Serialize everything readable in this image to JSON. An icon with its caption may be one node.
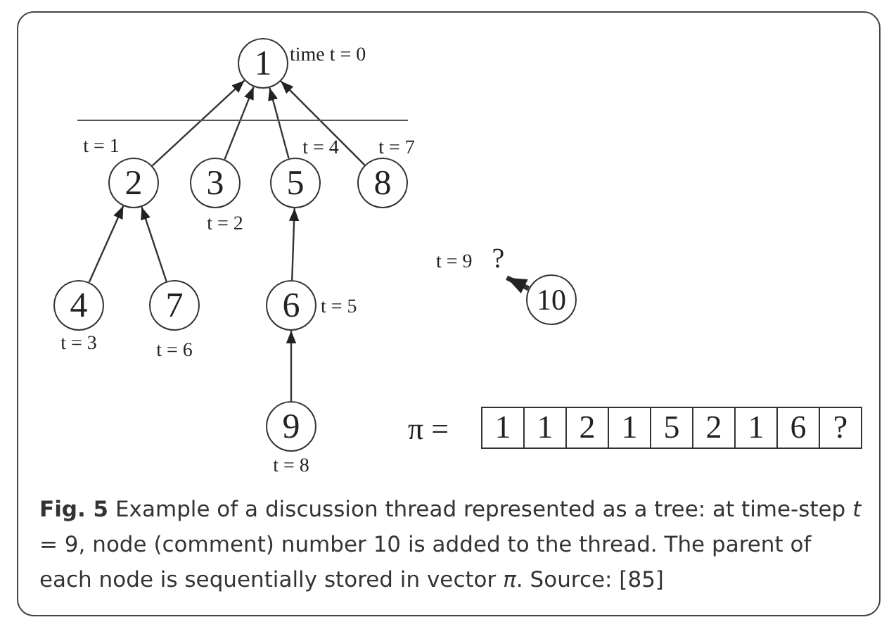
{
  "diagram": {
    "caption": "**Fig. 5** Example of a discussion thread represented as a tree: at time-step *t* = 9, node (comment) number 10 is added to the thread. The parent of each node is sequentially stored in vector *π*. Source: [85]",
    "nodes": [
      {
        "text": [
          "1"
        ],
        "beside": [
          "time t = 0"
        ]
      },
      {
        "text": [
          "2"
        ],
        "beside": [
          "t = 1"
        ]
      },
      {
        "text": [
          "3"
        ],
        "beside": [
          "t = 2"
        ]
      },
      {
        "text": [
          "4"
        ],
        "beside": [
          "t = 3"
        ]
      },
      {
        "text": [
          "5"
        ],
        "beside": [
          "t = 4"
        ]
      },
      {
        "text": [
          "6"
        ],
        "beside": [
          "t = 5"
        ]
      },
      {
        "text": [
          "7"
        ],
        "beside": [
          "t = 6"
        ]
      },
      {
        "text": [
          "8"
        ],
        "beside": [
          "t = 7"
        ]
      },
      {
        "text": [
          "9"
        ],
        "beside": [
          "t = 8"
        ]
      },
      {
        "text": [
          "10"
        ]
      },
      {
        "text": [
          "t = 9",
          "?"
        ]
      }
    ],
    "edges": [
      {
        "from": 1,
        "to": 0,
        "arrow": "to"
      },
      {
        "from": 2,
        "to": 0,
        "arrow": "to"
      },
      {
        "from": 4,
        "to": 0,
        "arrow": "to"
      },
      {
        "from": 7,
        "to": 0,
        "arrow": "to"
      },
      {
        "from": 3,
        "to": 1,
        "arrow": "to"
      },
      {
        "from": 6,
        "to": 1,
        "arrow": "to"
      },
      {
        "from": 5,
        "to": 4,
        "arrow": "to"
      },
      {
        "from": 8,
        "to": 5,
        "arrow": "to"
      },
      {
        "from": 9,
        "to": 10,
        "arrow": "to",
        "style": "thick"
      }
    ],
    "labels": [
      "π =",
      "1",
      "1",
      "2",
      "1",
      "5",
      "2",
      "1",
      "6",
      "?"
    ]
  }
}
